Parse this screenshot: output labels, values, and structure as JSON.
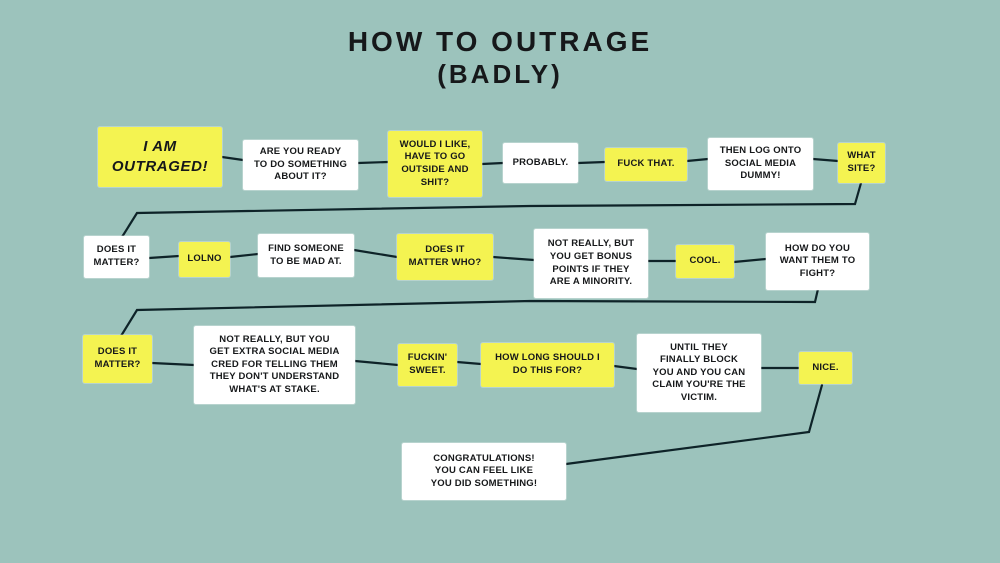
{
  "title": {
    "line1": "HOW TO OUTRAGE",
    "line2": "(BADLY)"
  },
  "colors": {
    "background": "#9cc3bc",
    "box_yellow": "#f4f351",
    "box_white": "#ffffff",
    "text": "#16181a",
    "line": "#0e2328"
  },
  "nodes": {
    "start": {
      "text": "I AM\nOUTRAGED!"
    },
    "ready": {
      "text": "ARE YOU READY\nTO DO SOMETHING\nABOUT IT?"
    },
    "outside": {
      "text": "WOULD I LIKE,\nHAVE TO GO\nOUTSIDE AND\nSHIT?"
    },
    "probably": {
      "text": "PROBABLY."
    },
    "fuck_that": {
      "text": "FUCK THAT."
    },
    "log_on": {
      "text": "THEN LOG ONTO\nSOCIAL MEDIA\nDUMMY!"
    },
    "what_site": {
      "text": "WHAT\nSITE?"
    },
    "matter1": {
      "text": "DOES IT\nMATTER?"
    },
    "lolno": {
      "text": "LOLNO"
    },
    "find_someone": {
      "text": "FIND SOMEONE\nTO BE MAD AT."
    },
    "matter_who": {
      "text": "DOES IT\nMATTER WHO?"
    },
    "bonus_points": {
      "text": "NOT REALLY, BUT\nYOU GET BONUS\nPOINTS IF THEY\nARE A MINORITY."
    },
    "cool": {
      "text": "COOL."
    },
    "how_fight": {
      "text": "HOW DO YOU\nWANT THEM TO\nFIGHT?"
    },
    "matter2": {
      "text": "DOES IT\nMATTER?"
    },
    "extra_cred": {
      "text": "NOT REALLY, BUT YOU\nGET EXTRA SOCIAL MEDIA\nCRED FOR TELLING THEM\nTHEY DON'T UNDERSTAND\nWHAT'S AT STAKE."
    },
    "sweet": {
      "text": "FUCKIN'\nSWEET."
    },
    "how_long": {
      "text": "HOW LONG SHOULD I\nDO THIS FOR?"
    },
    "block_victim": {
      "text": "UNTIL THEY\nFINALLY BLOCK\nYOU AND YOU CAN\nCLAIM YOU'RE THE\nVICTIM."
    },
    "nice": {
      "text": "NICE."
    },
    "congrats": {
      "text": "CONGRATULATIONS!\nYOU CAN FEEL LIKE\nYOU DID SOMETHING!"
    }
  }
}
